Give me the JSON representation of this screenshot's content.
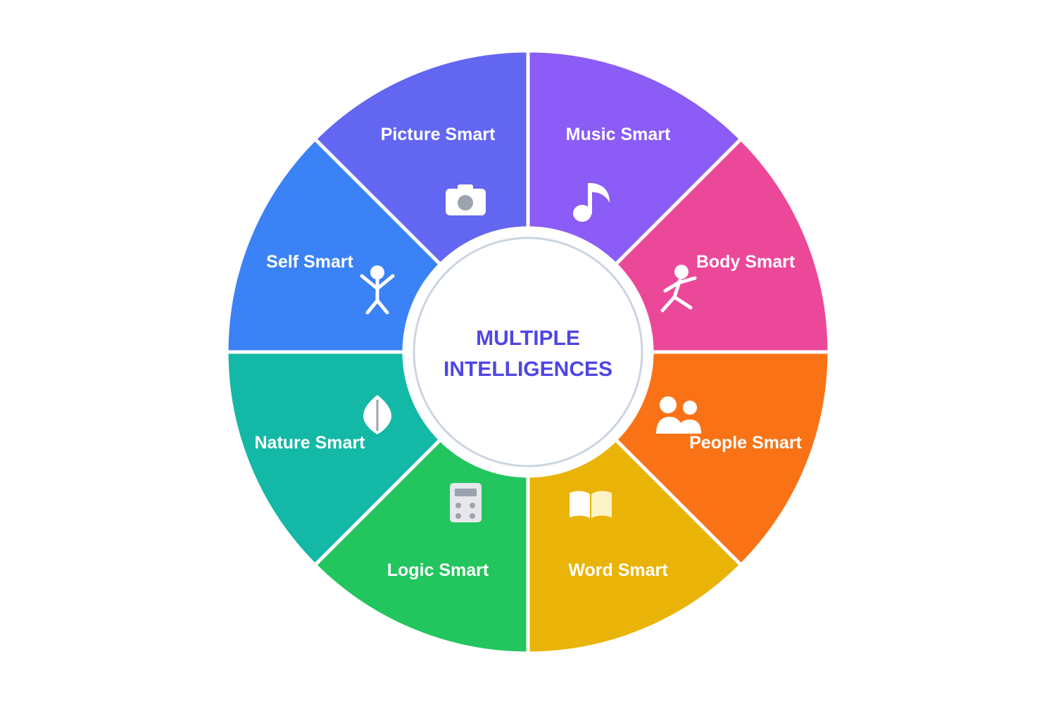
{
  "center": {
    "title_line1": "MULTIPLE",
    "title_line2": "INTELLIGENCES",
    "color": "#4f46e5"
  },
  "segments": [
    {
      "key": "music",
      "label": "Music Smart",
      "icon": "music-note-icon",
      "color": "#8b5cf6"
    },
    {
      "key": "body",
      "label": "Body Smart",
      "icon": "running-person-icon",
      "color": "#ec4899"
    },
    {
      "key": "people",
      "label": "People Smart",
      "icon": "people-icon",
      "color": "#f97316"
    },
    {
      "key": "word",
      "label": "Word Smart",
      "icon": "open-book-icon",
      "color": "#eab308"
    },
    {
      "key": "logic",
      "label": "Logic Smart",
      "icon": "calculator-icon",
      "color": "#22c55e"
    },
    {
      "key": "nature",
      "label": "Nature Smart",
      "icon": "leaf-icon",
      "color": "#14b8a6"
    },
    {
      "key": "self",
      "label": "Self Smart",
      "icon": "person-icon",
      "color": "#3b82f6"
    },
    {
      "key": "picture",
      "label": "Picture Smart",
      "icon": "camera-icon",
      "color": "#6366f1"
    }
  ]
}
